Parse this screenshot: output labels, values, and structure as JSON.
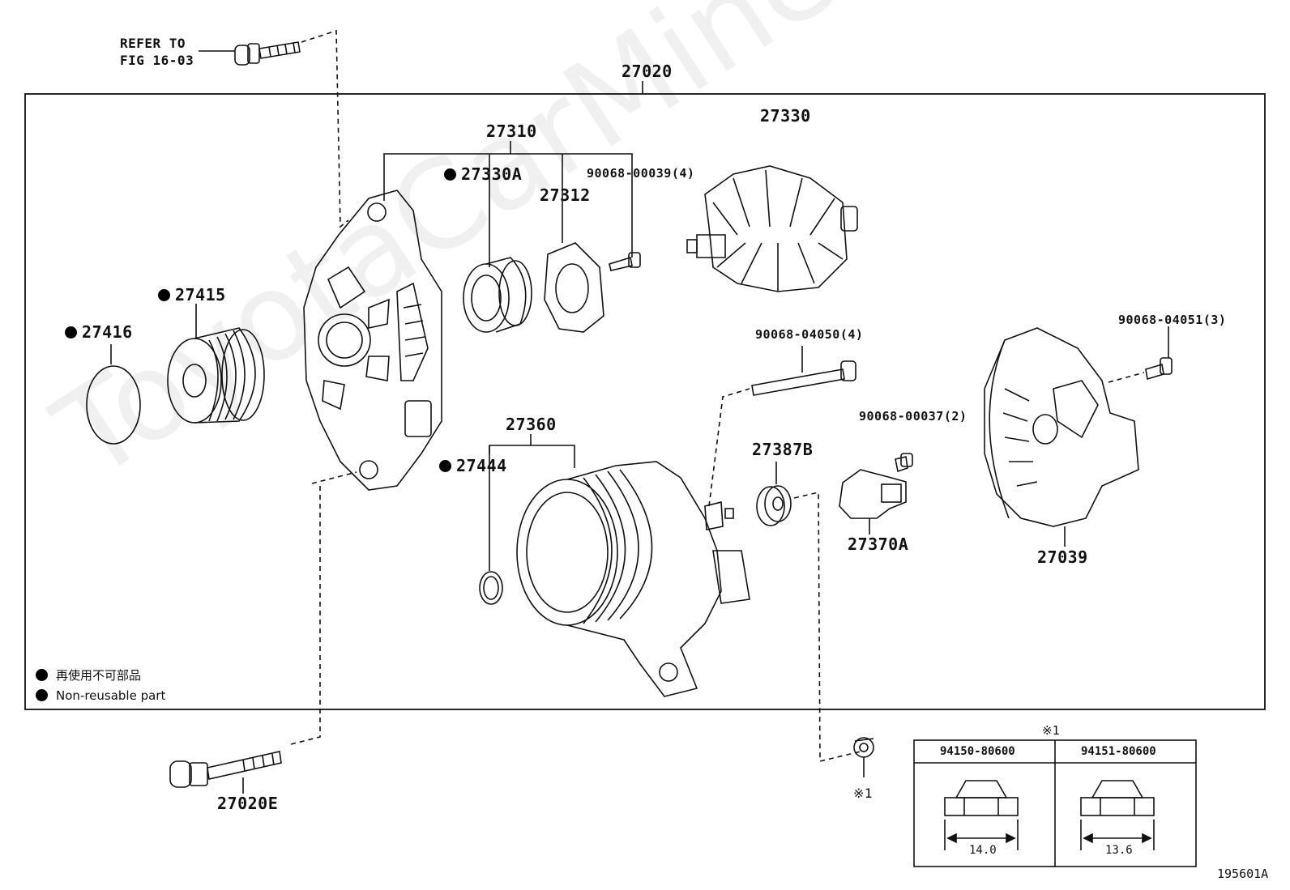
{
  "diagram": {
    "assembly_number": "27020",
    "refer_label": [
      "REFER TO",
      "FIG 16-03"
    ],
    "figure_code": "195601A",
    "watermark": "ToyotaCarMine.ru",
    "parts": [
      {
        "id": "p27310",
        "label": "27310",
        "nonreusable": false
      },
      {
        "id": "p27330",
        "label": "27330",
        "nonreusable": false
      },
      {
        "id": "p27330A",
        "label": "27330A",
        "nonreusable": true
      },
      {
        "id": "p27312",
        "label": "27312",
        "nonreusable": false
      },
      {
        "id": "p90068_00039",
        "label": "90068-00039(4)",
        "nonreusable": false
      },
      {
        "id": "p27415",
        "label": "27415",
        "nonreusable": true
      },
      {
        "id": "p27416",
        "label": "27416",
        "nonreusable": true
      },
      {
        "id": "p90068_04050",
        "label": "90068-04050(4)",
        "nonreusable": false
      },
      {
        "id": "p90068_04051",
        "label": "90068-04051(3)",
        "nonreusable": false
      },
      {
        "id": "p90068_00037",
        "label": "90068-00037(2)",
        "nonreusable": false
      },
      {
        "id": "p27360",
        "label": "27360",
        "nonreusable": false
      },
      {
        "id": "p27387B",
        "label": "27387B",
        "nonreusable": false
      },
      {
        "id": "p27444",
        "label": "27444",
        "nonreusable": true
      },
      {
        "id": "p27370A",
        "label": "27370A",
        "nonreusable": false
      },
      {
        "id": "p27039",
        "label": "27039",
        "nonreusable": false
      },
      {
        "id": "p27020E",
        "label": "27020E",
        "nonreusable": false
      }
    ],
    "legend": [
      {
        "text": "再使用不可部品"
      },
      {
        "text": "Non-reusable part"
      }
    ],
    "note_ref": "※1",
    "nut_table": {
      "title": "※1",
      "columns": [
        {
          "part_no": "94150-80600",
          "dimension": "14.0"
        },
        {
          "part_no": "94151-80600",
          "dimension": "13.6"
        }
      ]
    }
  }
}
